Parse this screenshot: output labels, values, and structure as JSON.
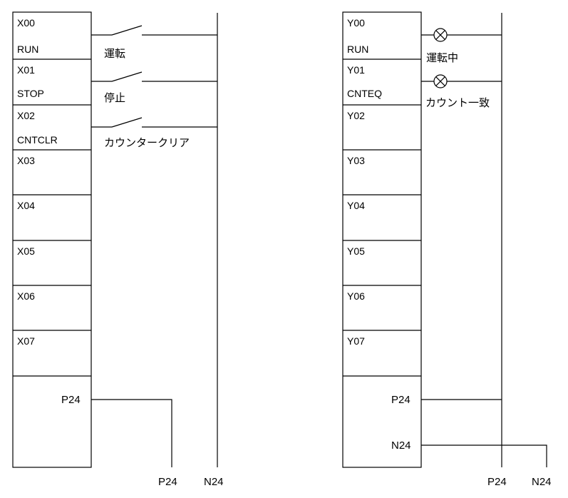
{
  "input_module": {
    "terminals": [
      {
        "address": "X00",
        "signal": "RUN",
        "device_label": "運転"
      },
      {
        "address": "X01",
        "signal": "STOP",
        "device_label": "停止"
      },
      {
        "address": "X02",
        "signal": "CNTCLR",
        "device_label": "カウンタークリア"
      },
      {
        "address": "X03"
      },
      {
        "address": "X04"
      },
      {
        "address": "X05"
      },
      {
        "address": "X06"
      },
      {
        "address": "X07"
      }
    ],
    "power_terminal": "P24"
  },
  "output_module": {
    "terminals": [
      {
        "address": "Y00",
        "signal": "RUN",
        "device_label": "運転中"
      },
      {
        "address": "Y01",
        "signal": "CNTEQ",
        "device_label": "カウント一致"
      },
      {
        "address": "Y02"
      },
      {
        "address": "Y03"
      },
      {
        "address": "Y04"
      },
      {
        "address": "Y05"
      },
      {
        "address": "Y06"
      },
      {
        "address": "Y07"
      }
    ],
    "power_terminals": [
      "P24",
      "N24"
    ]
  },
  "rails": {
    "left": [
      "P24",
      "N24"
    ],
    "right": [
      "P24",
      "N24"
    ]
  }
}
